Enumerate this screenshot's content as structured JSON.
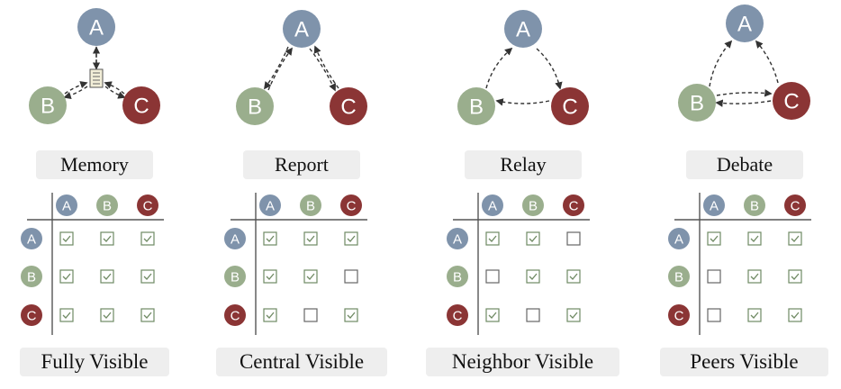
{
  "colors": {
    "A": "#7f93ab",
    "B": "#9aae8d",
    "C": "#8b3535",
    "check": "#6f8a63",
    "empty": "#666666",
    "axis": "#555555",
    "label_bg": "#eeeeee"
  },
  "panels": [
    {
      "comm_label": "Memory",
      "vis_label": "Fully Visible",
      "topology": "memory",
      "headers": [
        "A",
        "B",
        "C"
      ],
      "matrix": [
        [
          1,
          1,
          1
        ],
        [
          1,
          1,
          1
        ],
        [
          1,
          1,
          1
        ]
      ]
    },
    {
      "comm_label": "Report",
      "vis_label": "Central Visible",
      "topology": "report",
      "headers": [
        "A",
        "B",
        "C"
      ],
      "matrix": [
        [
          1,
          1,
          1
        ],
        [
          1,
          1,
          0
        ],
        [
          1,
          0,
          1
        ]
      ]
    },
    {
      "comm_label": "Relay",
      "vis_label": "Neighbor Visible",
      "topology": "relay",
      "headers": [
        "A",
        "B",
        "C"
      ],
      "matrix": [
        [
          1,
          1,
          0
        ],
        [
          0,
          1,
          1
        ],
        [
          1,
          0,
          1
        ]
      ]
    },
    {
      "comm_label": "Debate",
      "vis_label": "Peers Visible",
      "topology": "debate",
      "headers": [
        "A",
        "B",
        "C"
      ],
      "matrix": [
        [
          1,
          1,
          1
        ],
        [
          0,
          1,
          1
        ],
        [
          0,
          1,
          1
        ]
      ]
    }
  ]
}
